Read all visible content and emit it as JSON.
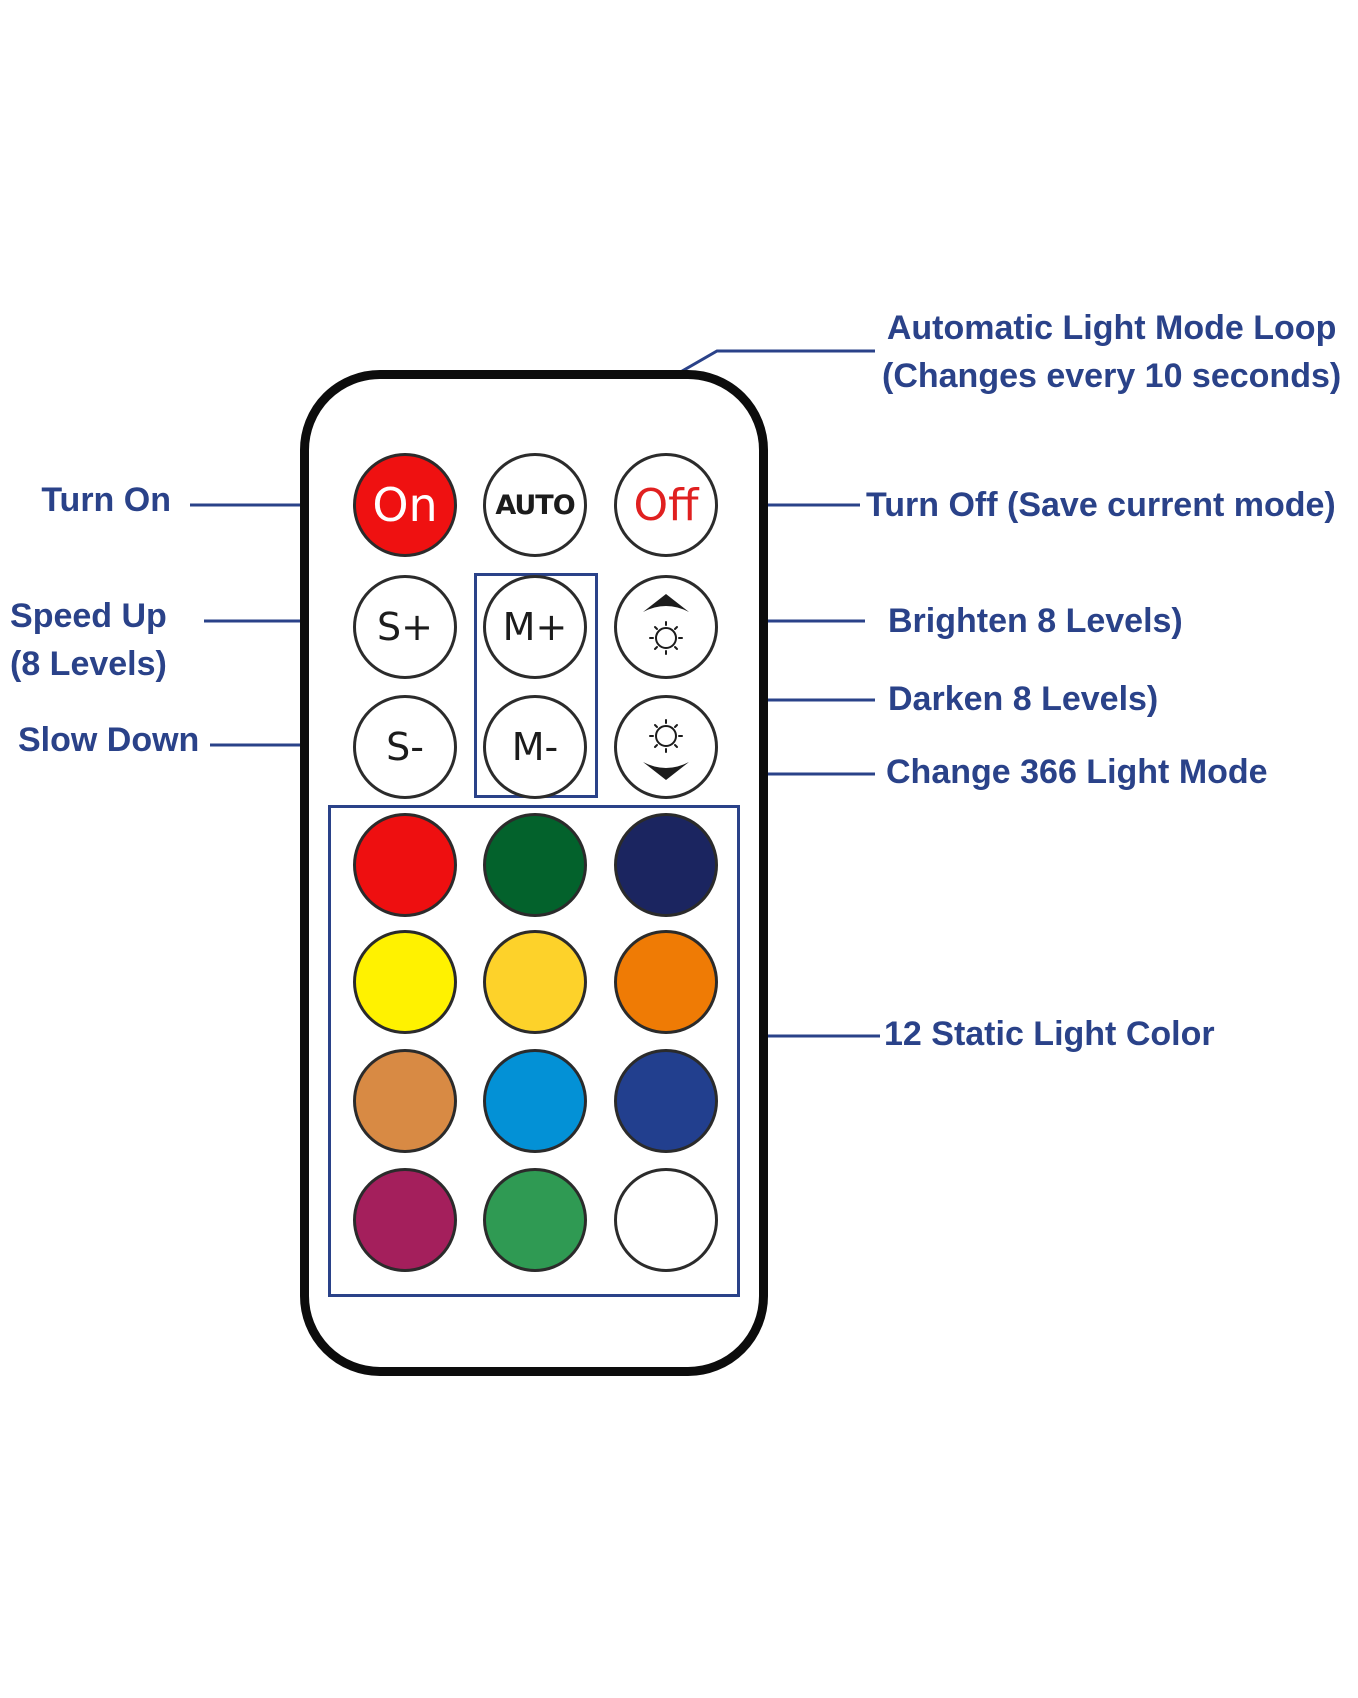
{
  "remote": {
    "buttons": {
      "on": {
        "text": "On",
        "color": "#ef1111"
      },
      "auto": {
        "text": "AUTO"
      },
      "off": {
        "text": "Off",
        "color": "#e02020"
      },
      "speed_up": {
        "text": "S+"
      },
      "mode_up": {
        "text": "M+"
      },
      "brighten": {
        "icon": "brightness-up-icon"
      },
      "slow_down": {
        "text": "S-"
      },
      "mode_down": {
        "text": "M-"
      },
      "darken": {
        "icon": "brightness-down-icon"
      }
    },
    "color_buttons": [
      "#ee0f10",
      "#03622c",
      "#1b2560",
      "#fff200",
      "#fdd22a",
      "#ef7b05",
      "#d88a44",
      "#0391d6",
      "#223f8e",
      "#a41f5c",
      "#2f9a53",
      "#ffffff"
    ]
  },
  "labels": {
    "turn_on": "Turn On",
    "speed_up_line1": "Speed Up",
    "speed_up_line2": "(8 Levels)",
    "slow_down": "Slow Down",
    "auto_line1": "Automatic Light Mode Loop",
    "auto_line2": "(Changes every 10 seconds)",
    "turn_off": "Turn Off (Save current mode)",
    "brighten": "Brighten 8 Levels)",
    "darken": "Darken 8 Levels)",
    "change_mode": "Change 366 Light Mode",
    "static_color": "12 Static Light Color"
  },
  "colors": {
    "callout": "#2a4289",
    "outline": "#0c0c0c"
  }
}
